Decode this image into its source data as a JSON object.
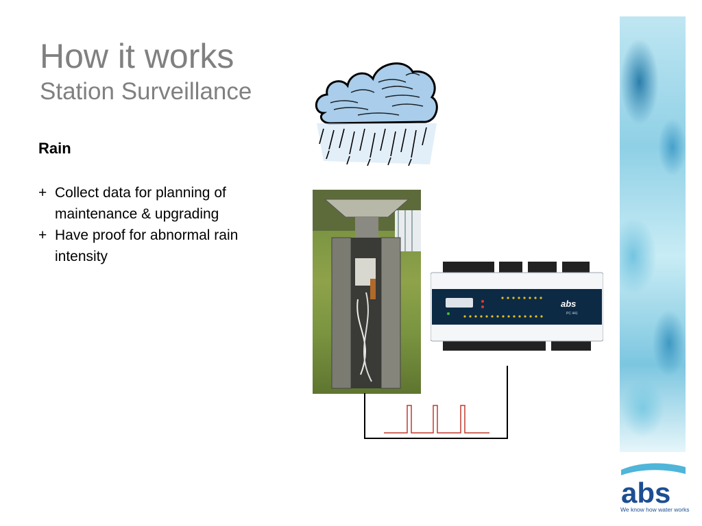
{
  "slide": {
    "title": "How it works",
    "subtitle": "Station Surveillance",
    "section": "Rain",
    "bullets": [
      {
        "marker": "+",
        "text": "Collect data for planning of maintenance & upgrading"
      },
      {
        "marker": "+",
        "text": "Have proof for abnormal rain intensity"
      }
    ]
  },
  "controller": {
    "brand": "abs",
    "model": "PC 441"
  },
  "logo": {
    "name": "abs",
    "tagline": "We know how water works"
  },
  "colors": {
    "title_gray": "#808080",
    "brand_blue": "#1d4e92",
    "pulse_red": "#c0392b",
    "water_blue": "#4fb5d9"
  },
  "icons": [
    "rain-cloud-icon",
    "rain-gauge-station-photo",
    "controller-unit",
    "pulse-signal-wiring",
    "abs-logo"
  ]
}
